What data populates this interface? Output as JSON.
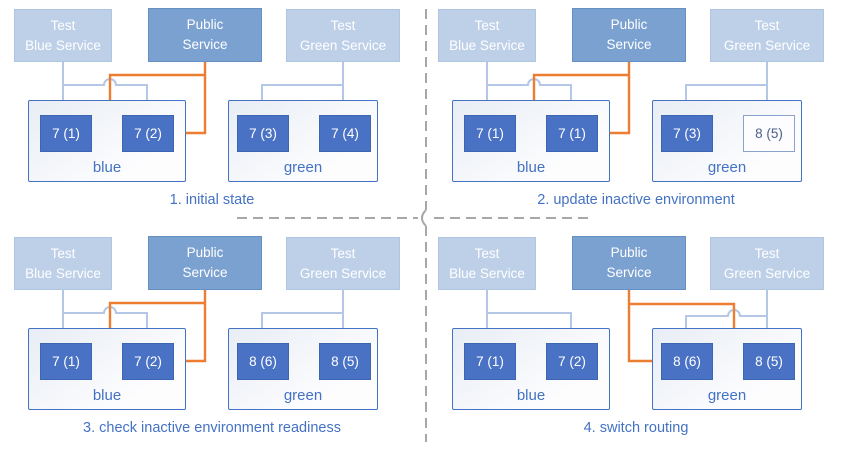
{
  "colors": {
    "accent_blue": "#4472C4",
    "service_light_fill": "#BDD0E8",
    "service_medium_fill": "#7BA1D0",
    "pod_fill": "#4A72C4",
    "inactive_pod_text": "#4C5F87",
    "connector_light": "#B4C7E7",
    "connector_orange": "#ED7D31",
    "divider_gray": "#A8A8A8"
  },
  "panels": [
    {
      "caption": "1. initial state",
      "services": {
        "test_blue": {
          "line1": "Test",
          "line2": "Blue Service"
        },
        "public": {
          "line1": "Public",
          "line2": "Service"
        },
        "test_green": {
          "line1": "Test",
          "line2": "Green Service"
        }
      },
      "environments": {
        "blue": {
          "label": "blue",
          "pods": [
            "7 (1)",
            "7 (2)"
          ]
        },
        "green": {
          "label": "green",
          "pods": [
            "7 (3)",
            "7 (4)"
          ]
        }
      },
      "public_routes_to": "blue"
    },
    {
      "caption": "2. update inactive environment",
      "services": {
        "test_blue": {
          "line1": "Test",
          "line2": "Blue Service"
        },
        "public": {
          "line1": "Public",
          "line2": "Service"
        },
        "test_green": {
          "line1": "Test",
          "line2": "Green Service"
        }
      },
      "environments": {
        "blue": {
          "label": "blue",
          "pods": [
            "7 (1)",
            "7 (1)"
          ]
        },
        "green": {
          "label": "green",
          "pods": [
            "7 (3)",
            "8 (5)"
          ]
        }
      },
      "public_routes_to": "blue",
      "inactive_new_pod": "8 (5)"
    },
    {
      "caption": "3. check inactive environment readiness",
      "services": {
        "test_blue": {
          "line1": "Test",
          "line2": "Blue Service"
        },
        "public": {
          "line1": "Public",
          "line2": "Service"
        },
        "test_green": {
          "line1": "Test",
          "line2": "Green Service"
        }
      },
      "environments": {
        "blue": {
          "label": "blue",
          "pods": [
            "7 (1)",
            "7 (2)"
          ]
        },
        "green": {
          "label": "green",
          "pods": [
            "8 (6)",
            "8 (5)"
          ]
        }
      },
      "public_routes_to": "blue"
    },
    {
      "caption": "4. switch routing",
      "services": {
        "test_blue": {
          "line1": "Test",
          "line2": "Blue Service"
        },
        "public": {
          "line1": "Public",
          "line2": "Service"
        },
        "test_green": {
          "line1": "Test",
          "line2": "Green Service"
        }
      },
      "environments": {
        "blue": {
          "label": "blue",
          "pods": [
            "7 (1)",
            "7 (2)"
          ]
        },
        "green": {
          "label": "green",
          "pods": [
            "8 (6)",
            "8 (5)"
          ]
        }
      },
      "public_routes_to": "green"
    }
  ]
}
